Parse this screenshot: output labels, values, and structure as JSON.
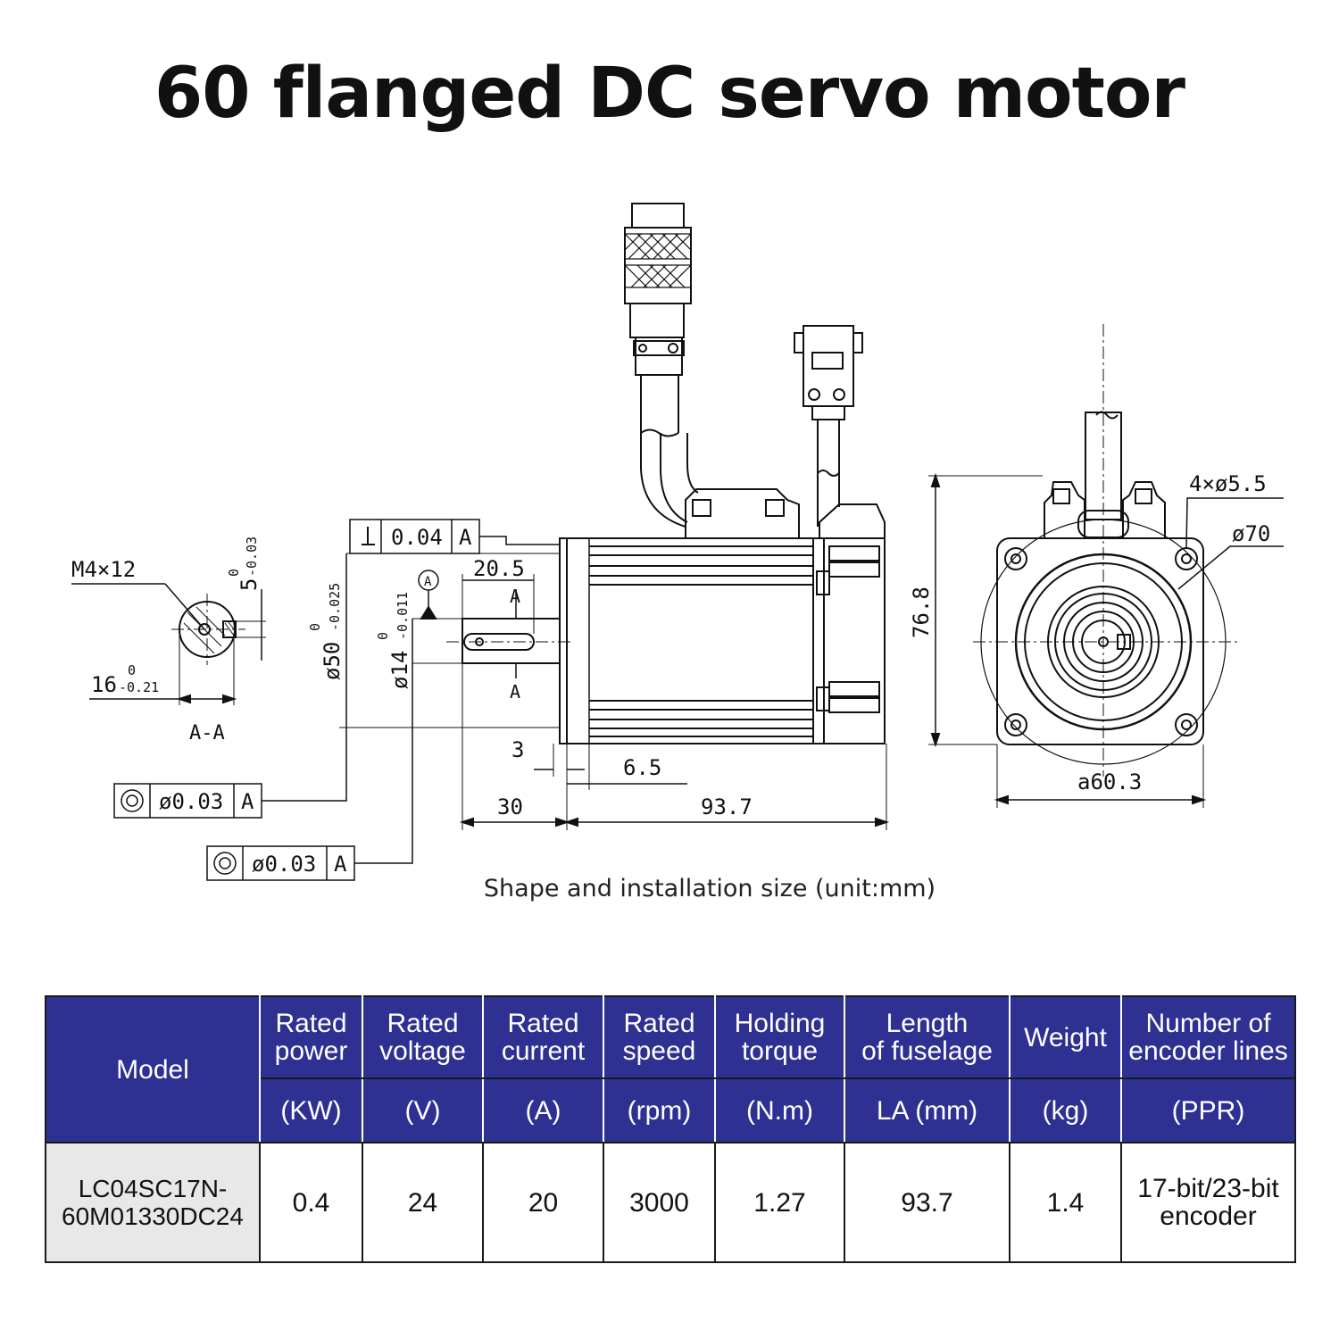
{
  "title": "60 flanged DC servo motor",
  "caption": "Shape and installation size (unit:mm)",
  "drawing_labels": {
    "m4": "M4×12",
    "key_tol_base": "5",
    "key_tol_upper": "0",
    "key_tol_lower": "-0.03",
    "shaft_dia_base": "16",
    "shaft_dia_upper": "0",
    "shaft_dia_lower": "-0.21",
    "section": "A-A",
    "flange_dia_base": "ø50",
    "flange_dia_upper": "0",
    "flange_dia_lower": "-0.025",
    "shaft14_base": "ø14",
    "shaft14_upper": "0",
    "shaft14_lower": "-0.011",
    "datum_a": "A",
    "perp_value": "0.04",
    "perp_datum": "A",
    "key_len": "20.5",
    "section_mark_top": "A",
    "section_mark_bottom": "A",
    "dim_3": "3",
    "dim_6_5": "6.5",
    "dim_30": "30",
    "dim_93_7": "93.7",
    "conc1_value": "ø0.03",
    "conc1_datum": "A",
    "conc2_value": "ø0.03",
    "conc2_datum": "A",
    "height": "76.8",
    "holes": "4×ø5.5",
    "pcd": "ø70",
    "square": "a60.3"
  },
  "table": {
    "headers": [
      {
        "label_line1": "Rated",
        "label_line2": "power",
        "unit": "(KW)"
      },
      {
        "label_line1": "Rated",
        "label_line2": "voltage",
        "unit": "(V)"
      },
      {
        "label_line1": "Rated",
        "label_line2": "current",
        "unit": "(A)"
      },
      {
        "label_line1": "Rated",
        "label_line2": "speed",
        "unit": "(rpm)"
      },
      {
        "label_line1": "Holding",
        "label_line2": "torque",
        "unit": "(N.m)"
      },
      {
        "label_line1": "Length",
        "label_line2": "of fuselage",
        "unit": "LA (mm)"
      },
      {
        "label_line1": "Weight",
        "label_line2": "",
        "unit": "(kg)"
      },
      {
        "label_line1": "Number of",
        "label_line2": "encoder lines",
        "unit": "(PPR)"
      }
    ],
    "model_header": "Model",
    "row": {
      "model_line1": "LC04SC17N-",
      "model_line2": "60M01330DC24",
      "values": [
        "0.4",
        "24",
        "20",
        "3000",
        "1.27",
        "93.7",
        "1.4"
      ],
      "encoder_line1": "17-bit/23-bit",
      "encoder_line2": "encoder"
    }
  }
}
